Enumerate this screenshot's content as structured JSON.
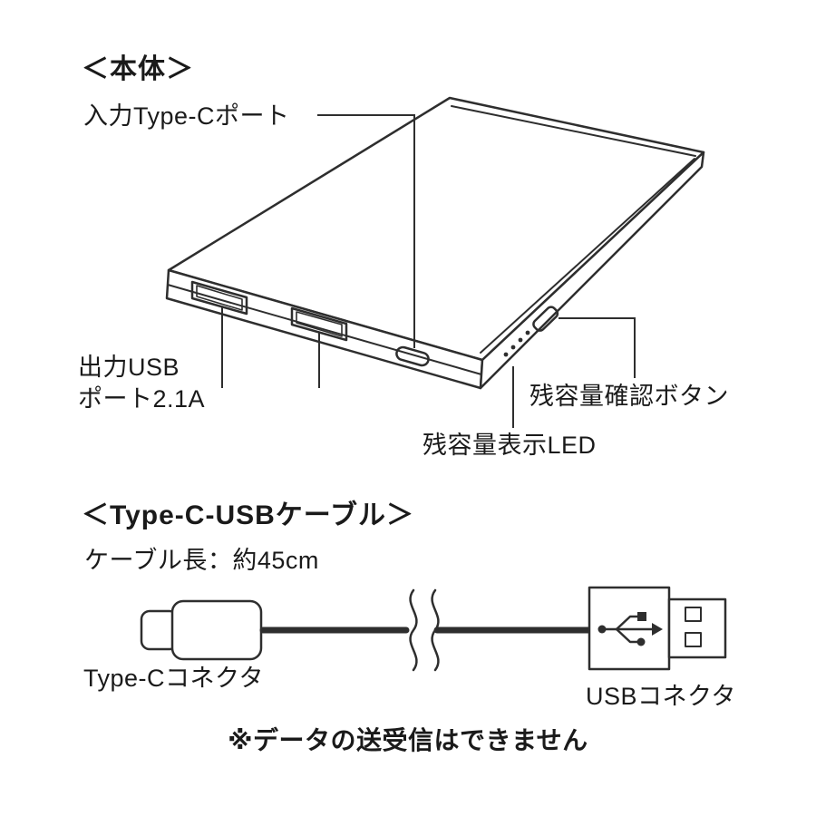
{
  "colors": {
    "background": "#ffffff",
    "line": "#2e2e2e",
    "text": "#1a1a1a"
  },
  "body_section": {
    "title": "＜本体＞",
    "input_port_label": "入力Type-Cポート",
    "output_usb_label_line1": "出力USB",
    "output_usb_label_line2": "ポート2.1A",
    "check_button_label": "残容量確認ボタン",
    "led_label": "残容量表示LED"
  },
  "cable_section": {
    "title": "＜Type-C-USBケーブル＞",
    "cable_length_label": "ケーブル長：約45cm",
    "typec_connector_label": "Type-Cコネクタ",
    "usb_connector_label": "USBコネクタ"
  },
  "note": {
    "text": "※データの送受信はできません"
  }
}
